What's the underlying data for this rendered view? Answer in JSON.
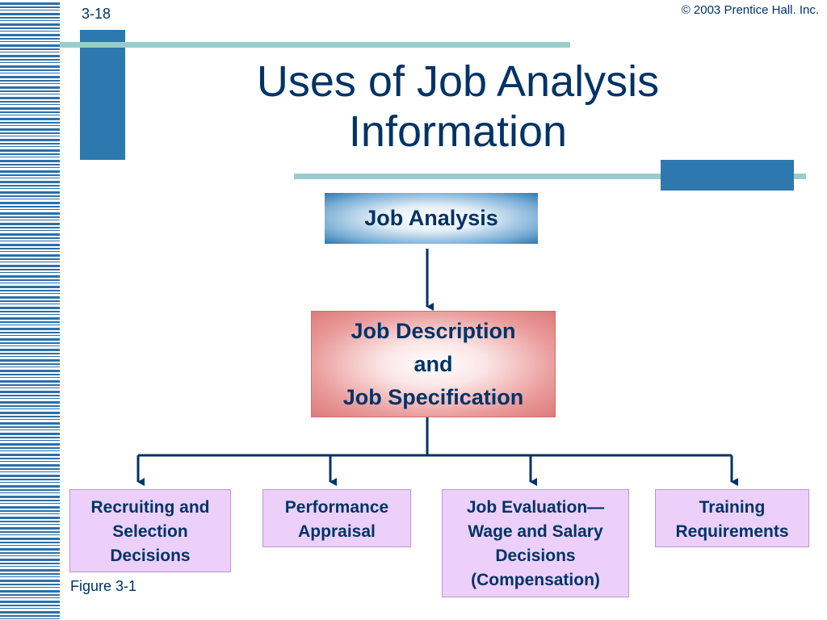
{
  "slide_number": "3-18",
  "copyright": "© 2003 Prentice Hall. Inc.",
  "title": "Uses of Job Analysis Information",
  "diagram": {
    "root": "Job Analysis",
    "middle": "Job Description\nand\nJob Specification",
    "uses": [
      "Recruiting and\nSelection\nDecisions",
      "Performance\nAppraisal",
      "Job Evaluation—\nWage and Salary\nDecisions\n(Compensation)",
      "Training\nRequirements"
    ]
  },
  "figure_label": "Figure 3-1",
  "colors": {
    "navy_text": "#003366",
    "accent_blue": "#2e78b0",
    "teal_line": "#99cccc",
    "pink_box": "#de7b7b",
    "lavender_box": "#ecd0fa"
  }
}
